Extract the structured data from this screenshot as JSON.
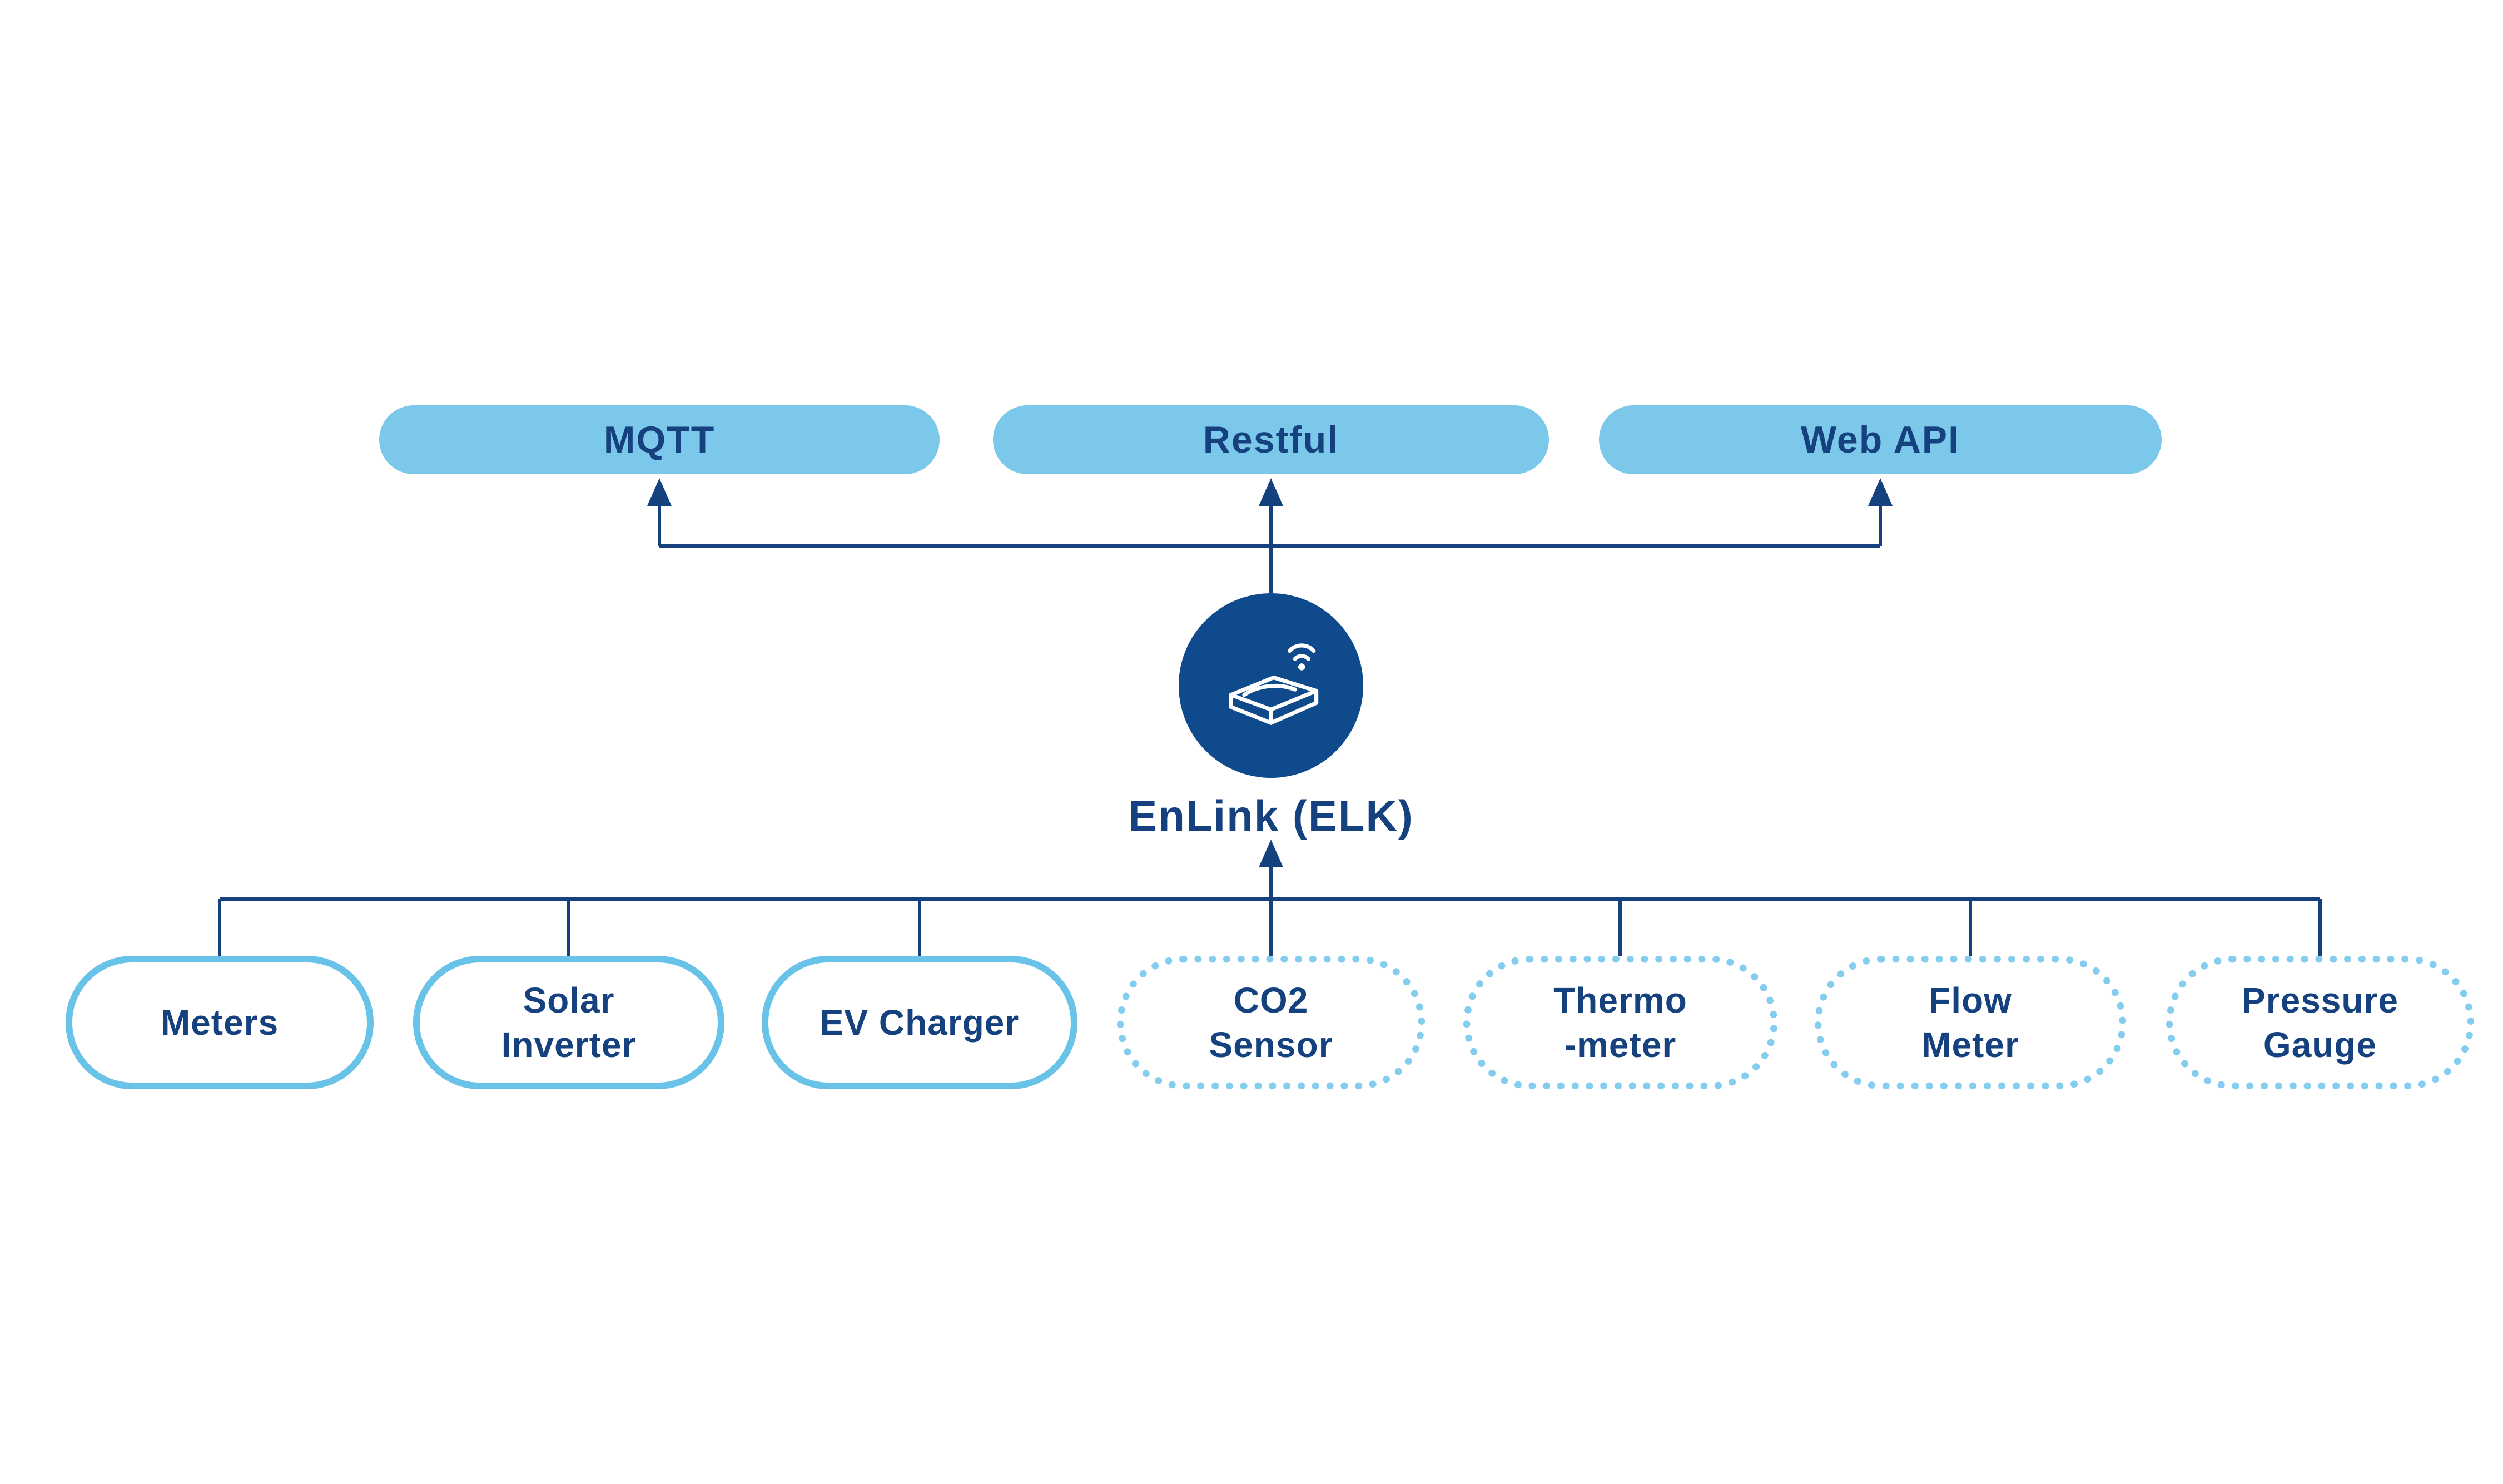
{
  "colors": {
    "pill_fill": "#7CC8EA",
    "solid_border": "#69C2E8",
    "dotted_border": "#85CDEE",
    "navy_text": "#15427F",
    "hub_circle": "#0E4A8C",
    "line": "#15427F"
  },
  "protocols": [
    {
      "label": "MQTT"
    },
    {
      "label": "Restful"
    },
    {
      "label": "Web API"
    }
  ],
  "hub": {
    "label": "EnLink (ELK)",
    "icon": "gateway-wifi-icon"
  },
  "devices": [
    {
      "label": "Meters",
      "border": "solid"
    },
    {
      "label": "Solar\nInverter",
      "border": "solid"
    },
    {
      "label": "EV Charger",
      "border": "solid"
    },
    {
      "label": "CO2\nSensor",
      "border": "dotted"
    },
    {
      "label": "Thermo\n-meter",
      "border": "dotted"
    },
    {
      "label": "Flow\nMeter",
      "border": "dotted"
    },
    {
      "label": "Pressure\nGauge",
      "border": "dotted"
    }
  ]
}
